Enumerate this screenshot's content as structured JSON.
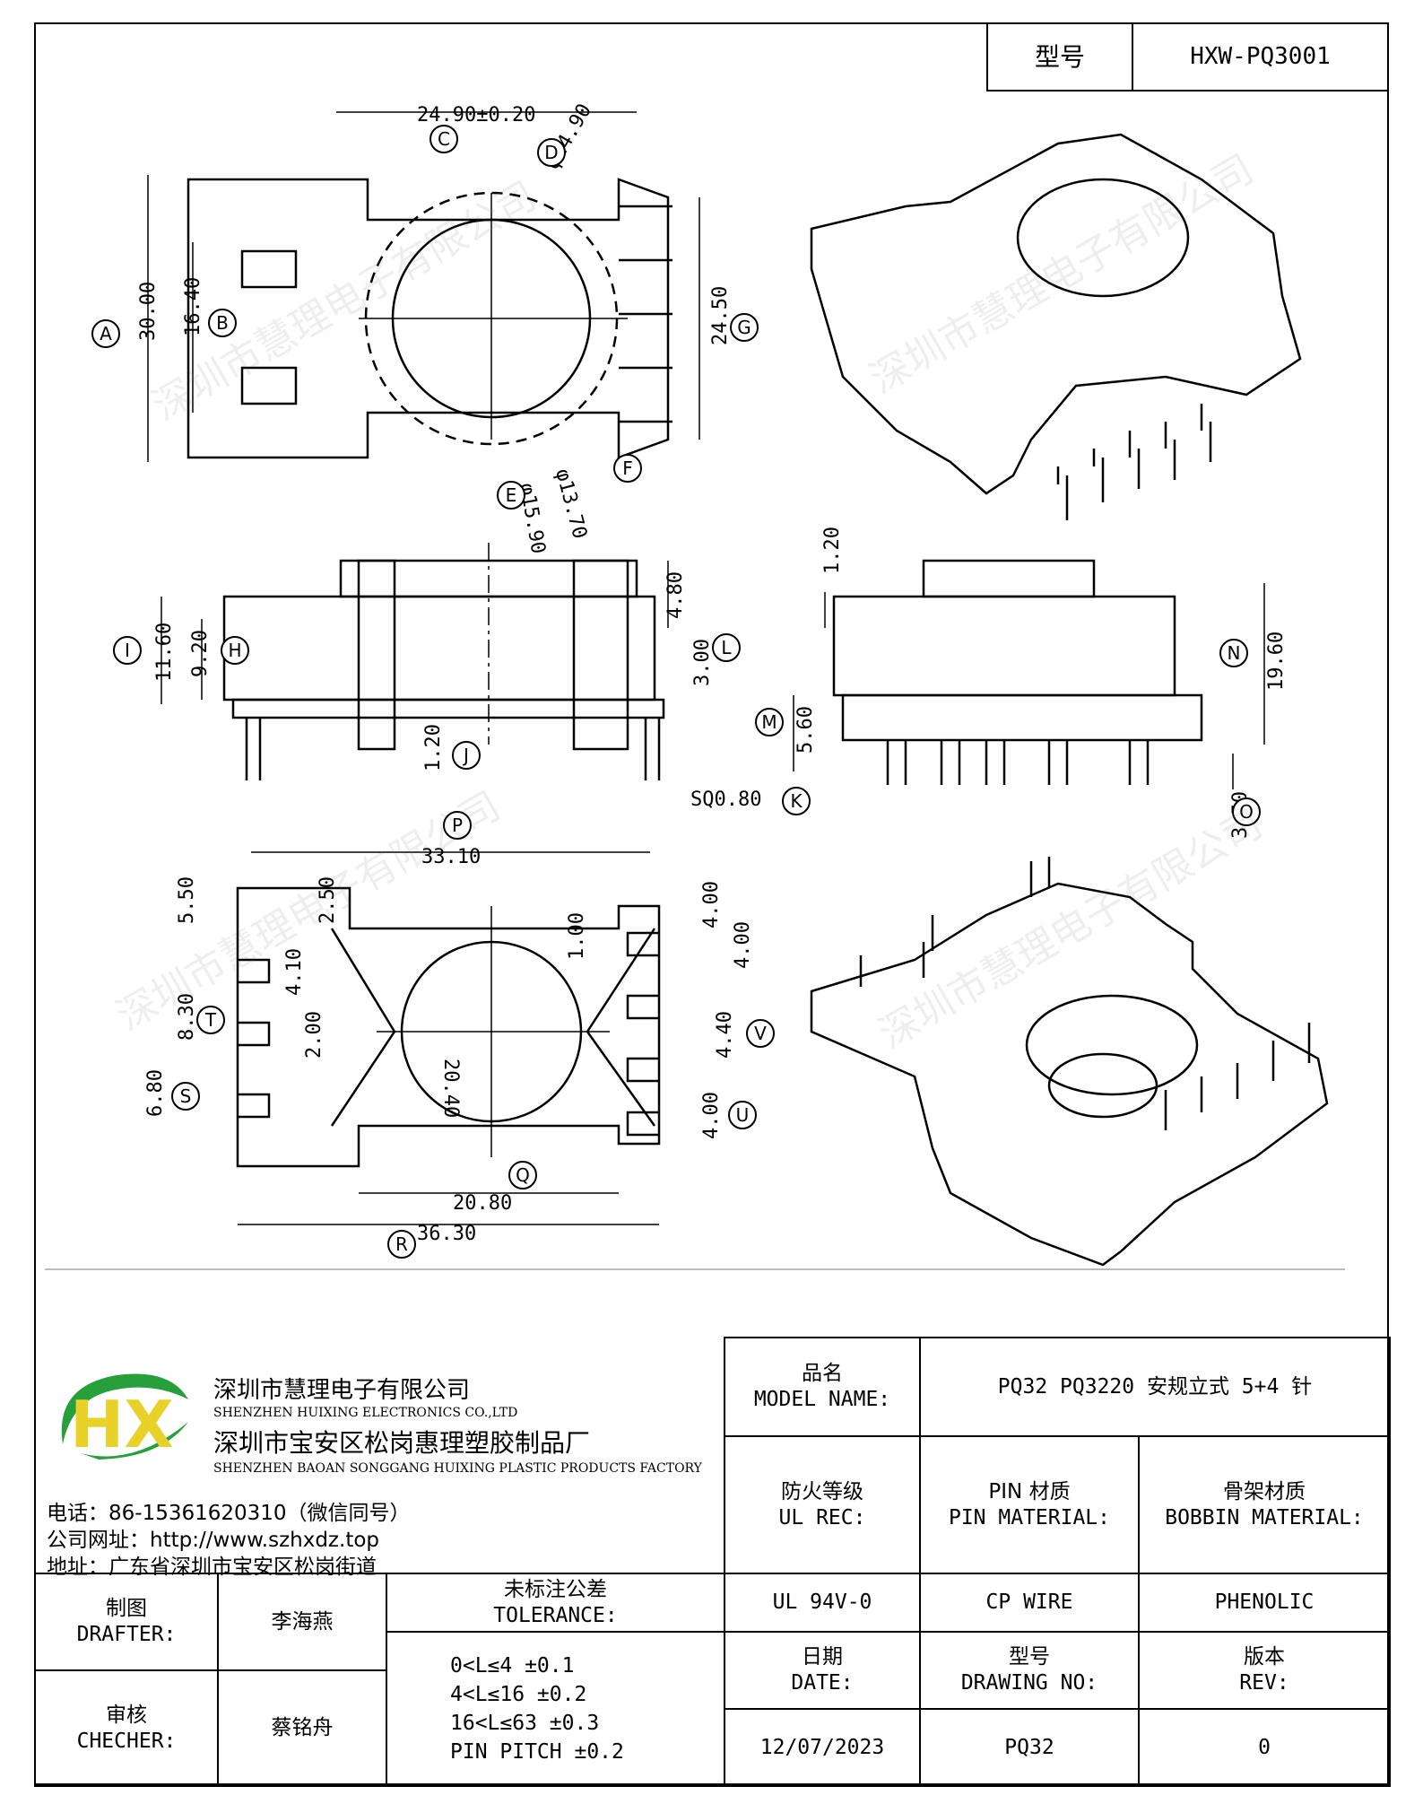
{
  "header": {
    "model_label": "型号",
    "model_value": "HXW-PQ3001"
  },
  "company": {
    "name_cn_1": "深圳市慧理电子有限公司",
    "name_en_1": "SHENZHEN HUIXING ELECTRONICS CO.,LTD",
    "name_cn_2": "深圳市宝安区松岗惠理塑胶制品厂",
    "name_en_2": "SHENZHEN BAOAN SONGGANG HUIXING PLASTIC PRODUCTS FACTORY",
    "phone": "电话：86-15361620310（微信同号）",
    "website": "公司网址：http://www.szhxdz.top",
    "address": "地址：广东省深圳市宝安区松岗街道",
    "logo_text": "HX",
    "logo_colors": {
      "green": "#27a03c",
      "yellow": "#e8d22a"
    }
  },
  "watermark": "深圳市慧理电子有限公司",
  "title_block": {
    "model_name_cn": "品名",
    "model_name_en": "MODEL NAME:",
    "model_name_value": "PQ32 PQ3220 安规立式 5+4 针",
    "fire_cn": "防火等级",
    "fire_en": "UL REC:",
    "pin_cn": "PIN 材质",
    "pin_en": "PIN MATERIAL:",
    "bobbin_cn": "骨架材质",
    "bobbin_en": "BOBBIN MATERIAL:",
    "fire_value": "UL 94V-0",
    "pin_value": "CP WIRE",
    "bobbin_value": "PHENOLIC",
    "drafter_cn": "制图",
    "drafter_en": "DRAFTER:",
    "drafter_name": "李海燕",
    "checker_cn": "审核",
    "checker_en": "CHECHER:",
    "checker_name": "蔡铭舟",
    "tolerance_cn": "未标注公差",
    "tolerance_en": "TOLERANCE:",
    "tolerance_lines": [
      "0<L≤4   ±0.1",
      "4<L≤16  ±0.2",
      "16<L≤63  ±0.3",
      "PIN PITCH ±0.2"
    ],
    "date_cn": "日期",
    "date_en": "DATE:",
    "date_value": "12/07/2023",
    "drawing_cn": "型号",
    "drawing_en": "DRAWING NO:",
    "drawing_value": "PQ32",
    "rev_cn": "版本",
    "rev_en": "REV:",
    "rev_value": "0"
  },
  "dimensions": {
    "top_view": {
      "width_c": "24.90±0.20",
      "phi_d": "φ24.90",
      "a": "30.00",
      "b": "16.40",
      "g": "24.50",
      "phi_e": "φ15.90",
      "phi_f": "φ13.70"
    },
    "side_view": {
      "i": "11.60",
      "h": "9.20",
      "top": "4.80",
      "l": "3.00",
      "j": "1.20",
      "k": "SQ0.80",
      "r120": "1.20",
      "n": "19.60",
      "m": "5.60",
      "o": "3.50"
    },
    "bottom_view": {
      "p": "33.10",
      "q": "20.80",
      "r": "36.30",
      "d550": "5.50",
      "d250": "2.50",
      "d410": "4.10",
      "t": "8.30",
      "d200": "2.00",
      "s": "6.80",
      "d2040": "20.40",
      "d100": "1.00",
      "d400a": "4.00",
      "d400b": "4.00",
      "v": "4.40",
      "u": "4.00"
    },
    "labels": [
      "A",
      "B",
      "C",
      "D",
      "E",
      "F",
      "G",
      "H",
      "I",
      "J",
      "K",
      "L",
      "M",
      "N",
      "O",
      "P",
      "Q",
      "R",
      "S",
      "T",
      "U",
      "V"
    ]
  }
}
